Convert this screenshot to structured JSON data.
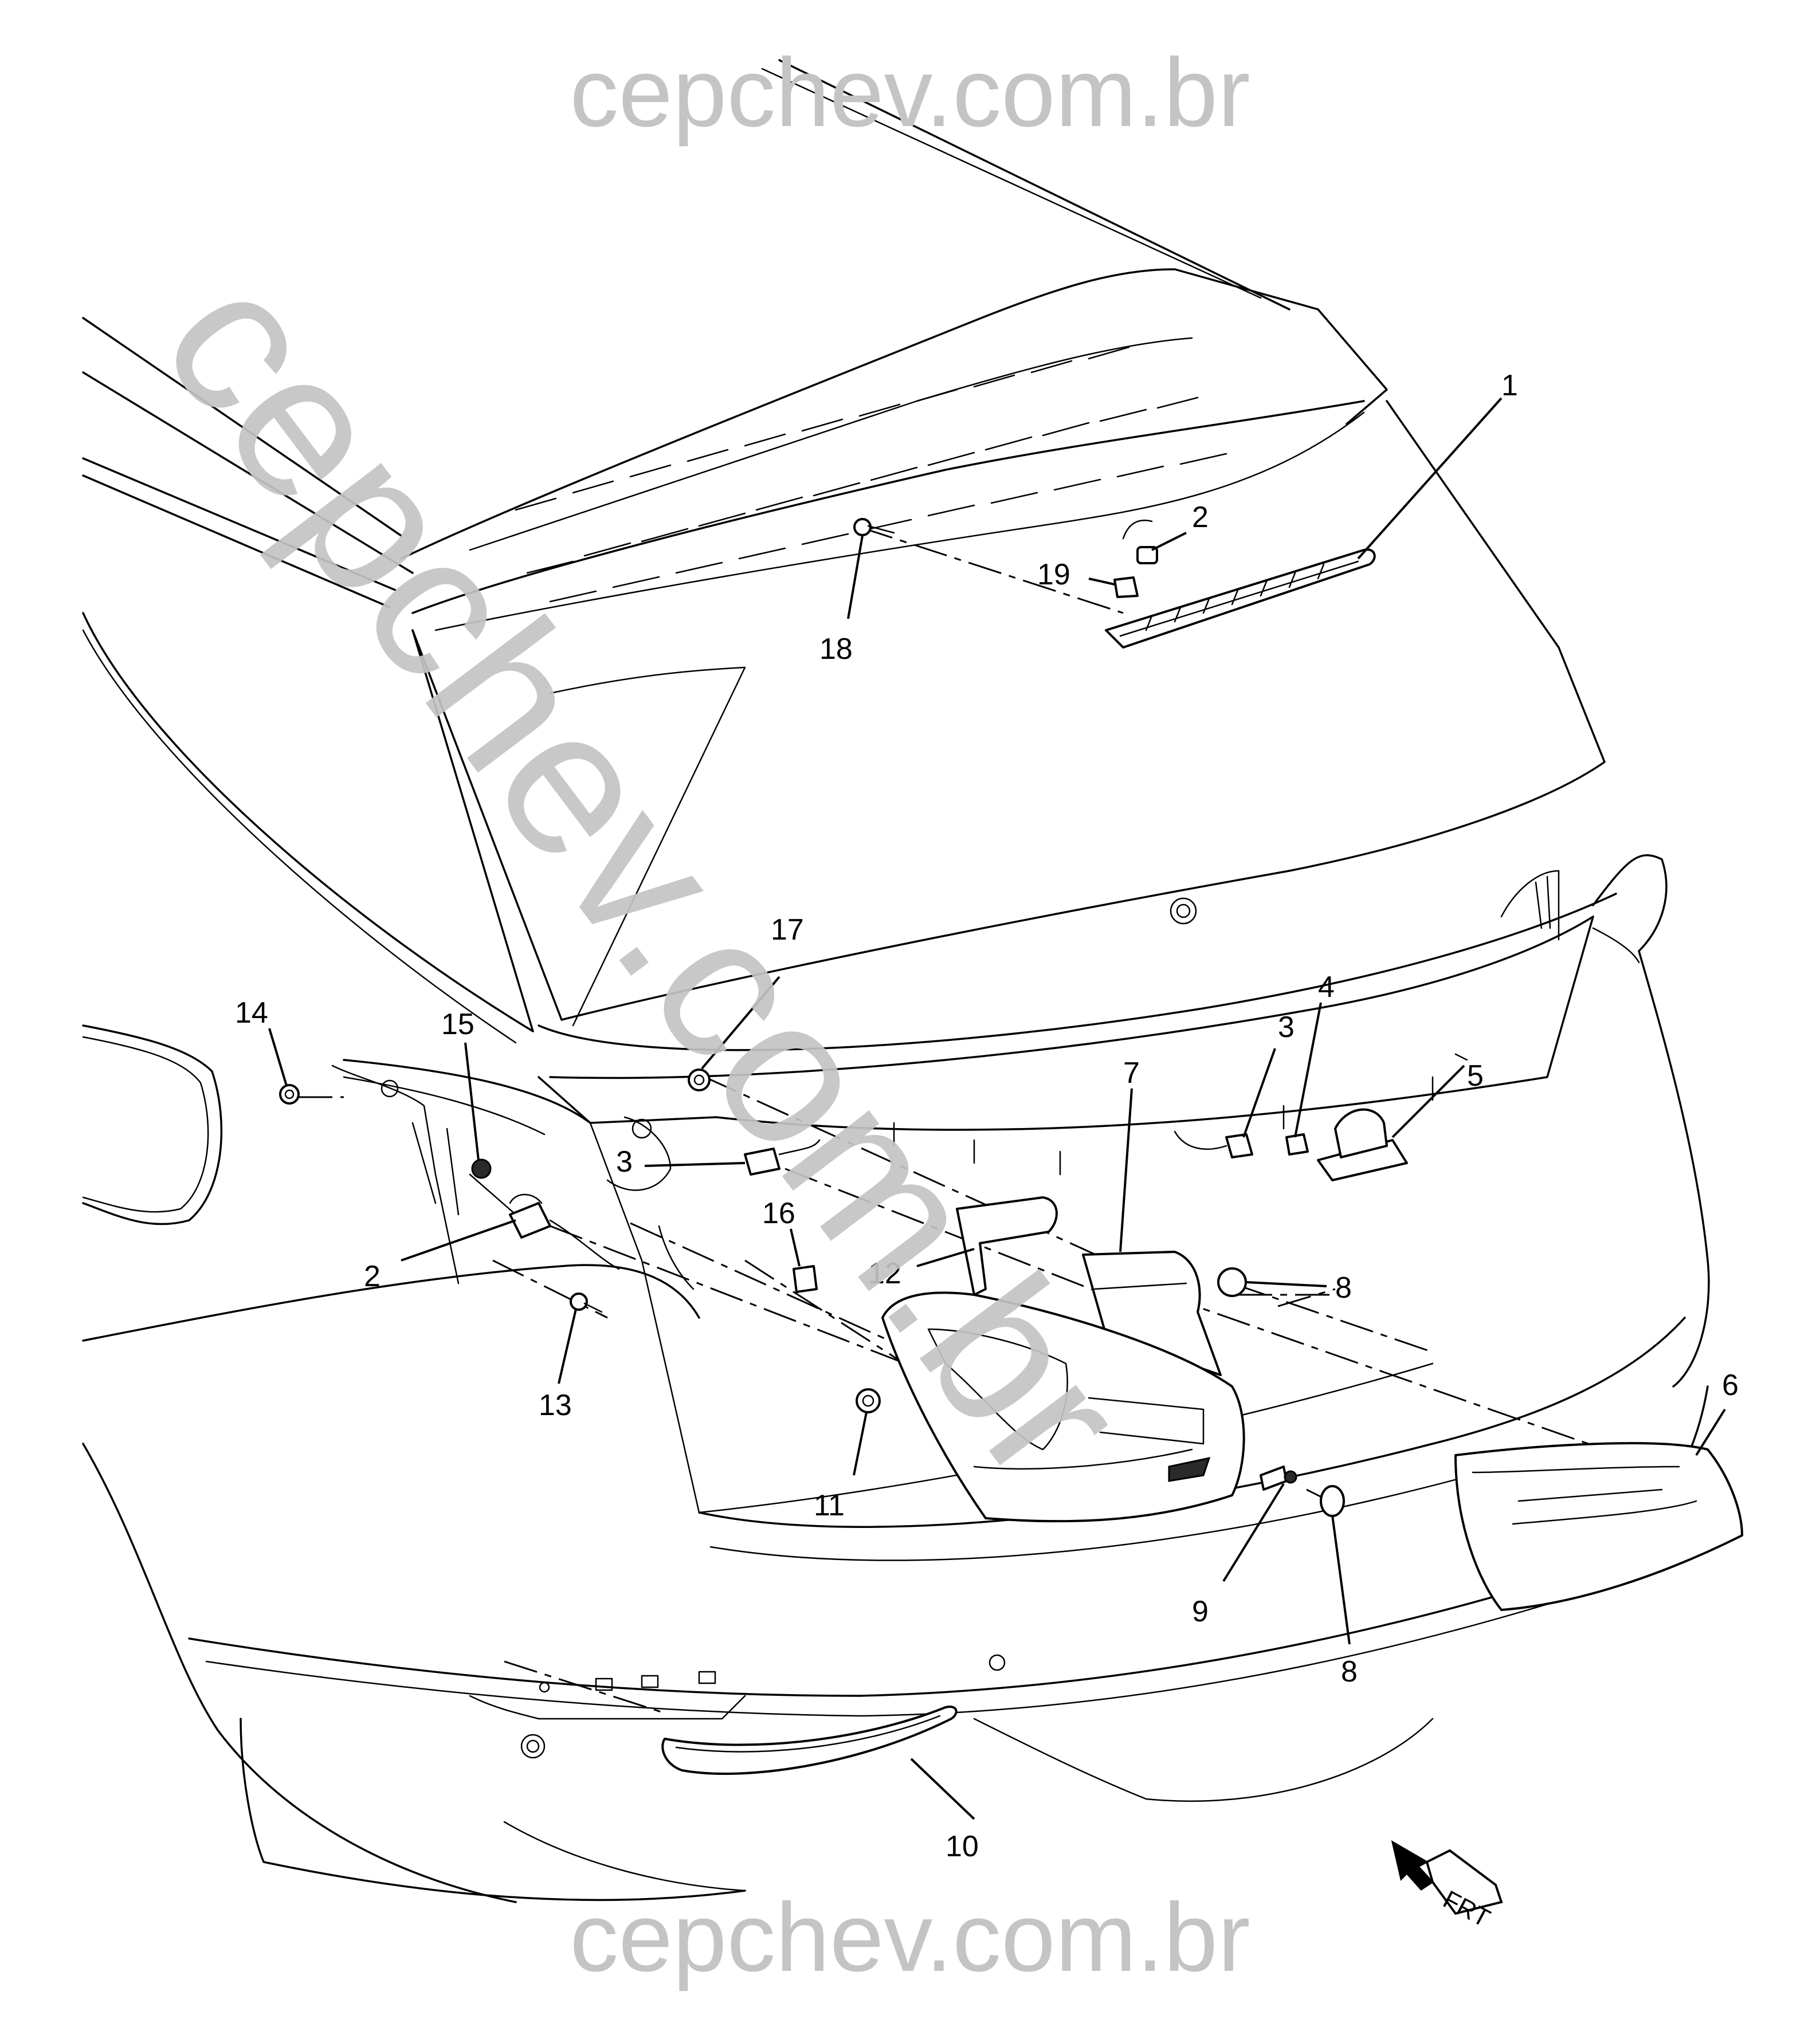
{
  "watermark": {
    "top": "cepchev.com.br",
    "bottom": "cepchev.com.br",
    "diagonal": "cepchev.com.br"
  },
  "callouts": [
    {
      "id": "1",
      "text": "1"
    },
    {
      "id": "2a",
      "text": "2"
    },
    {
      "id": "2b",
      "text": "2"
    },
    {
      "id": "3a",
      "text": "3"
    },
    {
      "id": "3b",
      "text": "3"
    },
    {
      "id": "4",
      "text": "4"
    },
    {
      "id": "5",
      "text": "5"
    },
    {
      "id": "6",
      "text": "6"
    },
    {
      "id": "7",
      "text": "7"
    },
    {
      "id": "8a",
      "text": "8"
    },
    {
      "id": "8b",
      "text": "8"
    },
    {
      "id": "9",
      "text": "9"
    },
    {
      "id": "10",
      "text": "10"
    },
    {
      "id": "11",
      "text": "11"
    },
    {
      "id": "12",
      "text": "12"
    },
    {
      "id": "13",
      "text": "13"
    },
    {
      "id": "14",
      "text": "14"
    },
    {
      "id": "15",
      "text": "15"
    },
    {
      "id": "16",
      "text": "16"
    },
    {
      "id": "17",
      "text": "17"
    },
    {
      "id": "18",
      "text": "18"
    },
    {
      "id": "19",
      "text": "19"
    }
  ],
  "front_arrow": {
    "label": "FRT",
    "icon": "front-direction-arrow-icon"
  }
}
